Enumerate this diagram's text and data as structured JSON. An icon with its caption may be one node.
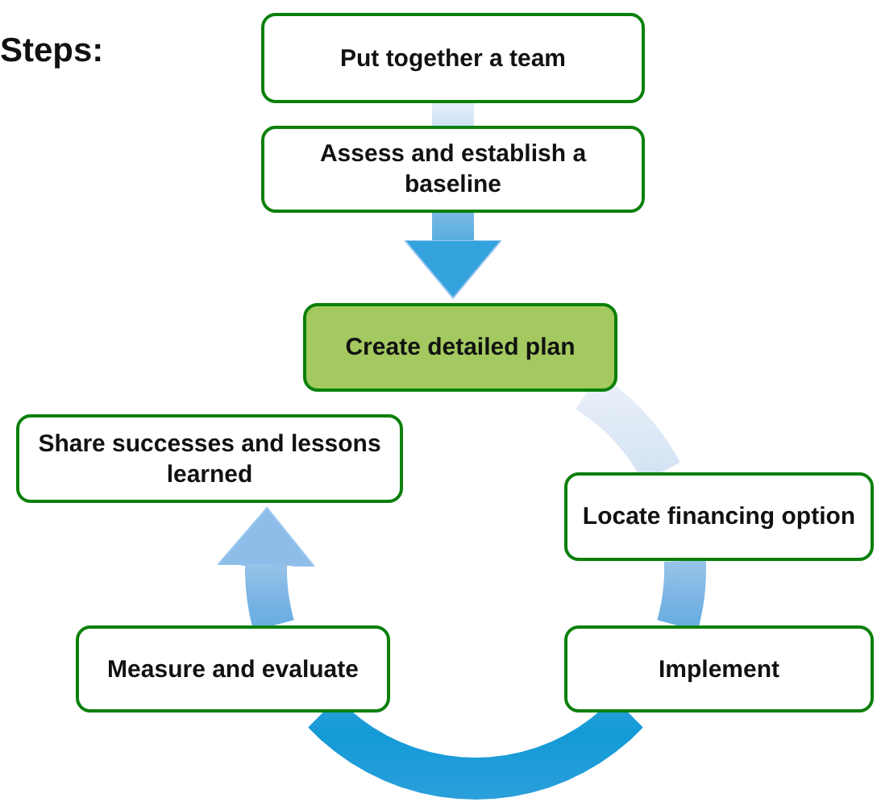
{
  "diagram": {
    "title": "Steps:",
    "nodes": [
      {
        "text": [
          "Put together a team"
        ]
      },
      {
        "text": [
          "Assess and establish a baseline"
        ]
      },
      {
        "text": [
          "Create detailed plan"
        ]
      },
      {
        "text": [
          "Locate financing option"
        ]
      },
      {
        "text": [
          "Implement"
        ]
      },
      {
        "text": [
          "Measure and evaluate"
        ]
      },
      {
        "text": [
          "Share successes and lessons learned"
        ]
      }
    ],
    "edges": [
      {
        "from": 0,
        "to": 1,
        "arrow": "none"
      },
      {
        "from": 1,
        "to": 2,
        "arrow": "to"
      },
      {
        "from": 2,
        "to": 3,
        "arrow": "none"
      },
      {
        "from": 3,
        "to": 4,
        "arrow": "none"
      },
      {
        "from": 4,
        "to": 5,
        "arrow": "none"
      },
      {
        "from": 5,
        "to": 6,
        "arrow": "to"
      }
    ]
  }
}
